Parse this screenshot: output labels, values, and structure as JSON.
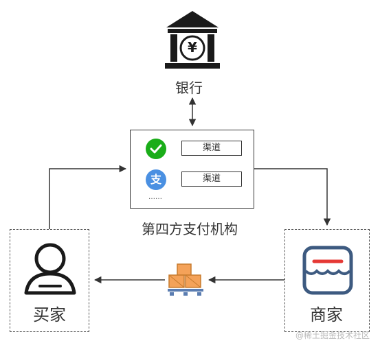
{
  "bank": {
    "label": "银行",
    "icon": "bank-icon",
    "symbol": "¥"
  },
  "payment_org": {
    "label": "第四方支付机构",
    "channels": [
      {
        "icon": "wechat-pay-icon",
        "label": "渠道",
        "color": "#1aad19"
      },
      {
        "icon": "alipay-icon",
        "label": "渠道",
        "icon_text": "支",
        "color": "#4a90e2"
      }
    ],
    "more": "……"
  },
  "buyer": {
    "label": "买家",
    "icon": "person-icon"
  },
  "merchant": {
    "label": "商家",
    "icon": "shop-icon"
  },
  "goods": {
    "icon": "boxes-icon"
  },
  "watermark": "@稀土掘金技术社区",
  "colors": {
    "line": "#333333",
    "shop_blue": "#3d5a80",
    "shop_red": "#e53935",
    "box_orange": "#f4a259",
    "box_blue": "#5b7db1"
  }
}
